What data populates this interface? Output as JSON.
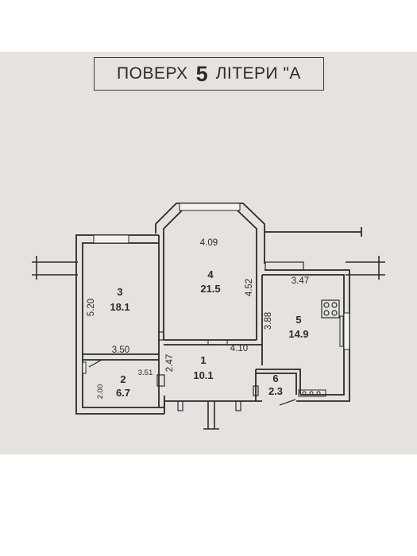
{
  "header": {
    "floor_prefix": "ПОВЕРХ",
    "floor_number": "5",
    "floor_suffix": "ЛІТЕРИ \"А"
  },
  "rooms": [
    {
      "id": "r1",
      "number": "1",
      "area": "10.1"
    },
    {
      "id": "r2",
      "number": "2",
      "area": "6.7"
    },
    {
      "id": "r3",
      "number": "3",
      "area": "18.1"
    },
    {
      "id": "r4",
      "number": "4",
      "area": "21.5"
    },
    {
      "id": "r5",
      "number": "5",
      "area": "14.9"
    },
    {
      "id": "r6",
      "number": "6",
      "area": "2.3"
    }
  ],
  "dimensions": {
    "r4_width": "4.09",
    "r4_height": "4.52",
    "r3_height": "5.20",
    "r3_width": "3.50",
    "r2_width": "3.51",
    "r2_height": "2.00",
    "r1_height": "2.47",
    "r1_width": "4.10",
    "r5_width": "3.47",
    "r5_height": "3.88"
  },
  "colors": {
    "paper": "#e6e3de",
    "ink": "#2a2a2a"
  }
}
